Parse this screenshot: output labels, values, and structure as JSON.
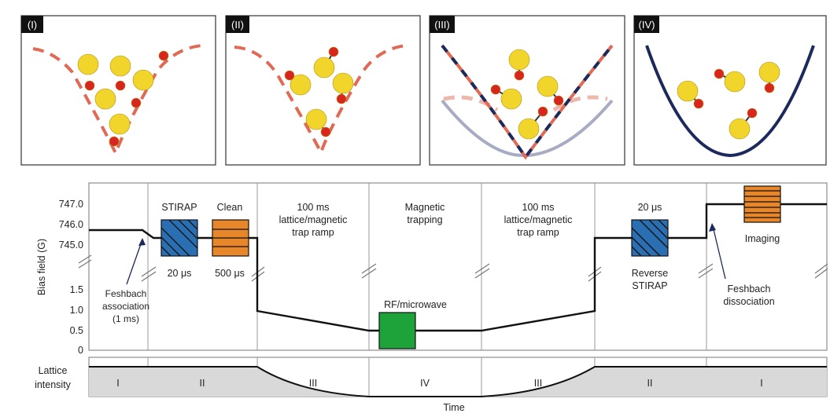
{
  "panels": [
    {
      "tag": "(I)"
    },
    {
      "tag": "(II)"
    },
    {
      "tag": "(III)"
    },
    {
      "tag": "(IV)"
    }
  ],
  "colors": {
    "atom_large": "#f2d52a",
    "atom_small": "#d8261f",
    "trap_dashed": "#e06a55",
    "trap_magnetic": "#1b2a5c",
    "trap_faint": "#8a8fb0",
    "stirap_box": "#2b6fb3",
    "clean_box": "#e8862a",
    "rf_box": "#1ea23a",
    "imaging_box": "#e8862a",
    "lattice_fill": "#d9d9d9"
  },
  "axis": {
    "ylabel": "Bias field (G)",
    "xlabel": "Time",
    "upper_ticks": [
      "747.0",
      "746.0",
      "745.0"
    ],
    "lower_ticks": [
      "1.5",
      "1.0",
      "0.5",
      "0"
    ]
  },
  "stages": {
    "s1": {
      "label": "Feshbach\nassociation\n(1 ms)"
    },
    "s2": {
      "stirap": "STIRAP",
      "stirap_time": "20 μs",
      "clean": "Clean",
      "clean_time": "500 μs"
    },
    "s3": {
      "label": "100 ms\nlattice/magnetic\ntrap ramp"
    },
    "s4": {
      "label": "Magnetic\ntrapping",
      "rf": "RF/microwave"
    },
    "s5": {
      "label": "100 ms\nlattice/magnetic\ntrap ramp"
    },
    "s6": {
      "time": "20 μs",
      "label": "Reverse\nSTIRAP"
    },
    "s7": {
      "imaging": "Imaging",
      "label": "Feshbach\ndissociation"
    }
  },
  "lattice": {
    "label": "Lattice\nintensity",
    "regions": [
      "I",
      "II",
      "III",
      "IV",
      "III",
      "II",
      "I"
    ]
  }
}
